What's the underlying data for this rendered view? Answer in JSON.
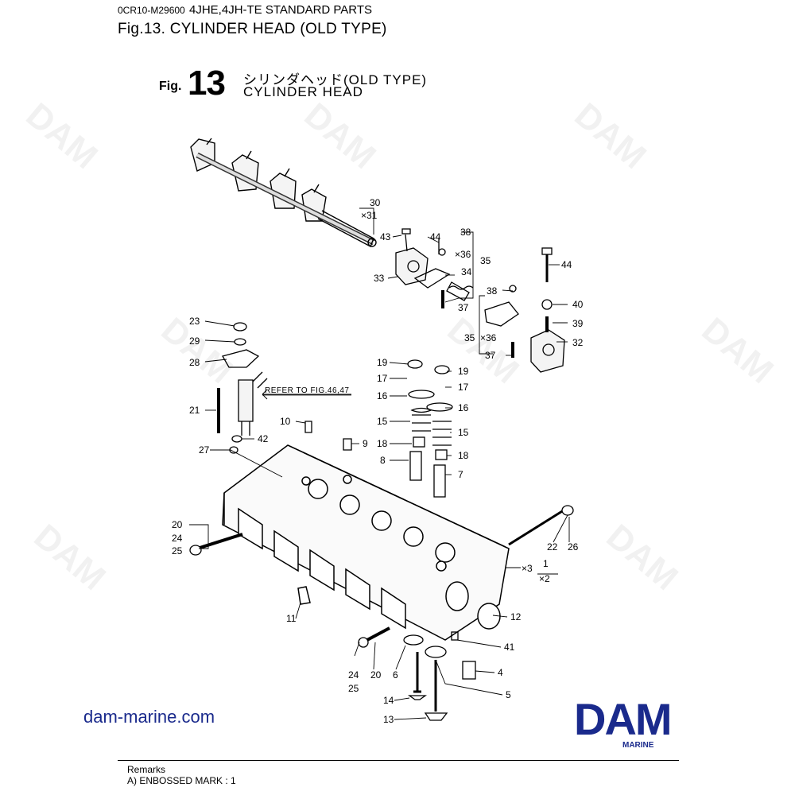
{
  "header": {
    "part_code": "0CR10-M29600",
    "doc_title": "4JHE,4JH-TE STANDARD PARTS",
    "fig_title": "Fig.13.  CYLINDER HEAD (OLD TYPE)"
  },
  "figure": {
    "tag": "Fig.",
    "number": "13",
    "jp_title": "シリンダヘッド(OLD TYPE)",
    "en_title": "CYLINDER HEAD",
    "refer_note": "REFER TO FIG.46,47"
  },
  "callouts": [
    "30",
    "×31",
    "43",
    "44",
    "38",
    "×36",
    "35",
    "34",
    "33",
    "37",
    "44",
    "38",
    "40",
    "39",
    "35",
    "×36",
    "32",
    "37",
    "23",
    "29",
    "28",
    "21",
    "19",
    "17",
    "19",
    "16",
    "17",
    "16",
    "10",
    "15",
    "15",
    "9",
    "42",
    "18",
    "27",
    "8",
    "18",
    "7",
    "20",
    "24",
    "25",
    "22",
    "26",
    "×3",
    "1",
    "×2",
    "11",
    "12",
    "41",
    "6",
    "4",
    "24",
    "25",
    "20",
    "5",
    "14",
    "13"
  ],
  "watermark": "DAM",
  "footer": {
    "website": "dam-marine.com",
    "brand": "DAM",
    "brand_sub": "MARINE",
    "remarks_label": "Remarks",
    "remarks_text": "A) ENBOSSED MARK : 1"
  },
  "colors": {
    "brand": "#1a2a8c",
    "line": "#000000"
  }
}
